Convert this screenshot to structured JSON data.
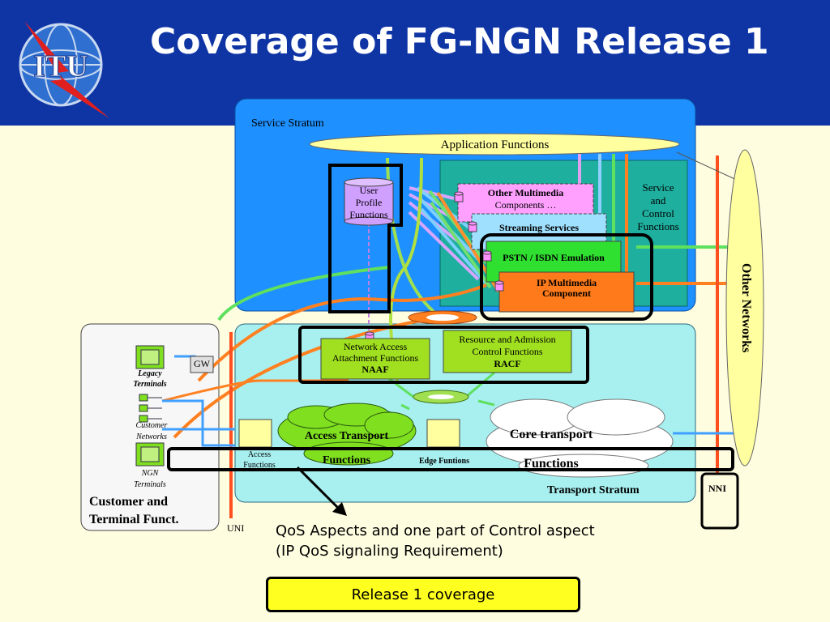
{
  "title": "Coverage of FG-NGN Release 1",
  "logo_text": "ITU",
  "service_stratum": "Service Stratum",
  "application_functions": "Application Functions",
  "user_profile": [
    "User",
    "Profile",
    "Functions"
  ],
  "service_control": [
    "Service",
    "and",
    "Control",
    "Functions"
  ],
  "other_multimedia": [
    "Other Multimedia",
    "Components …"
  ],
  "streaming": "Streaming Services",
  "pstn": "PSTN / ISDN Emulation",
  "ip_multimedia": [
    "IP Multimedia",
    "Component"
  ],
  "other_networks": "Other Networks",
  "naaf": [
    "Network Access",
    "Attachment Functions",
    "NAAF"
  ],
  "racf": [
    "Resource and Admission",
    "Control Functions",
    "RACF"
  ],
  "gw": "GW",
  "legacy_terminals": [
    "Legacy",
    "Terminals"
  ],
  "customer_networks": [
    "Customer",
    "Networks"
  ],
  "ngn_terminals": [
    "NGN",
    "Terminals"
  ],
  "customer_terminal": [
    "Customer and",
    "Terminal Funct."
  ],
  "access_transport": [
    "Access Transport",
    "Functions"
  ],
  "core_transport": [
    "Core transport",
    "Functions"
  ],
  "access_functions": [
    "Access",
    "Functions"
  ],
  "edge_functions": "Edge Funtions",
  "transport_stratum": "Transport Stratum",
  "uni": "UNI",
  "nni": "NNI",
  "qos_note": [
    "QoS Aspects and one part of Control aspect",
    "(IP QoS signaling Requirement)"
  ],
  "release_coverage": "Release 1 coverage"
}
